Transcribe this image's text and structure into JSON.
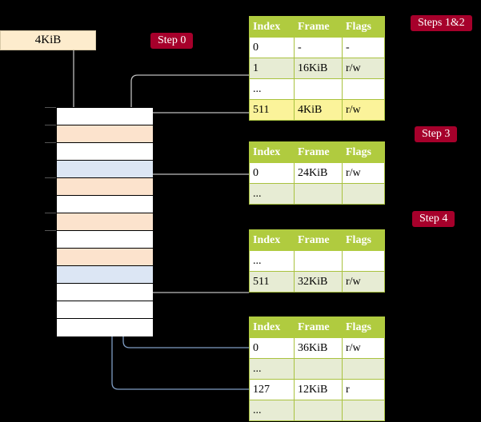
{
  "diagram": {
    "title_badges": [
      {
        "name": "step-0",
        "label": "Step 0"
      },
      {
        "name": "steps-1-2",
        "label": "Steps 1&2"
      },
      {
        "name": "step-3",
        "label": "Step 3"
      },
      {
        "name": "step-4",
        "label": "Step 4"
      }
    ],
    "page_box": {
      "label": "4KiB"
    },
    "colors": {
      "background": "#000000",
      "badge": "#a6002b",
      "table_header": "#b0cb3f",
      "table_alt_row": "#e7ecd4",
      "table_highlight": "#fbf39a",
      "mem_orange": "#fce3cd",
      "mem_blue": "#dce6f4",
      "page_box": "#fdeccd",
      "wire_grey": "#bbbbbb",
      "wire_blue": "#7f9dc4"
    }
  },
  "memory_column": {
    "name": "physical-memory-column",
    "rows": [
      {
        "index": 0,
        "fill": "white"
      },
      {
        "index": 1,
        "fill": "orange"
      },
      {
        "index": 2,
        "fill": "white"
      },
      {
        "index": 3,
        "fill": "blue"
      },
      {
        "index": 4,
        "fill": "orange"
      },
      {
        "index": 5,
        "fill": "white"
      },
      {
        "index": 6,
        "fill": "orange"
      },
      {
        "index": 7,
        "fill": "white"
      },
      {
        "index": 8,
        "fill": "orange"
      },
      {
        "index": 9,
        "fill": "blue"
      },
      {
        "index": 10,
        "fill": "white"
      },
      {
        "index": 11,
        "fill": "white"
      },
      {
        "index": 12,
        "fill": "white"
      }
    ]
  },
  "tables": [
    {
      "name": "page-table-level-4",
      "headers": [
        "Index",
        "Frame",
        "Flags"
      ],
      "rows": [
        {
          "cells": [
            "0",
            "-",
            "-"
          ],
          "style": "plain"
        },
        {
          "cells": [
            "1",
            "16KiB",
            "r/w"
          ],
          "style": "alt"
        },
        {
          "cells": [
            "...",
            "",
            ""
          ],
          "style": "plain"
        },
        {
          "cells": [
            "511",
            "4KiB",
            "r/w"
          ],
          "style": "hl"
        }
      ]
    },
    {
      "name": "page-table-level-3",
      "headers": [
        "Index",
        "Frame",
        "Flags"
      ],
      "rows": [
        {
          "cells": [
            "0",
            "24KiB",
            "r/w"
          ],
          "style": "plain"
        },
        {
          "cells": [
            "...",
            "",
            ""
          ],
          "style": "alt"
        }
      ]
    },
    {
      "name": "page-table-level-2",
      "headers": [
        "Index",
        "Frame",
        "Flags"
      ],
      "rows": [
        {
          "cells": [
            "...",
            "",
            ""
          ],
          "style": "plain"
        },
        {
          "cells": [
            "511",
            "32KiB",
            "r/w"
          ],
          "style": "alt"
        }
      ]
    },
    {
      "name": "page-table-level-1",
      "headers": [
        "Index",
        "Frame",
        "Flags"
      ],
      "rows": [
        {
          "cells": [
            "0",
            "36KiB",
            "r/w"
          ],
          "style": "plain"
        },
        {
          "cells": [
            "...",
            "",
            ""
          ],
          "style": "alt"
        },
        {
          "cells": [
            "127",
            "12KiB",
            "r"
          ],
          "style": "plain"
        },
        {
          "cells": [
            "...",
            "",
            ""
          ],
          "style": "alt"
        }
      ]
    }
  ]
}
